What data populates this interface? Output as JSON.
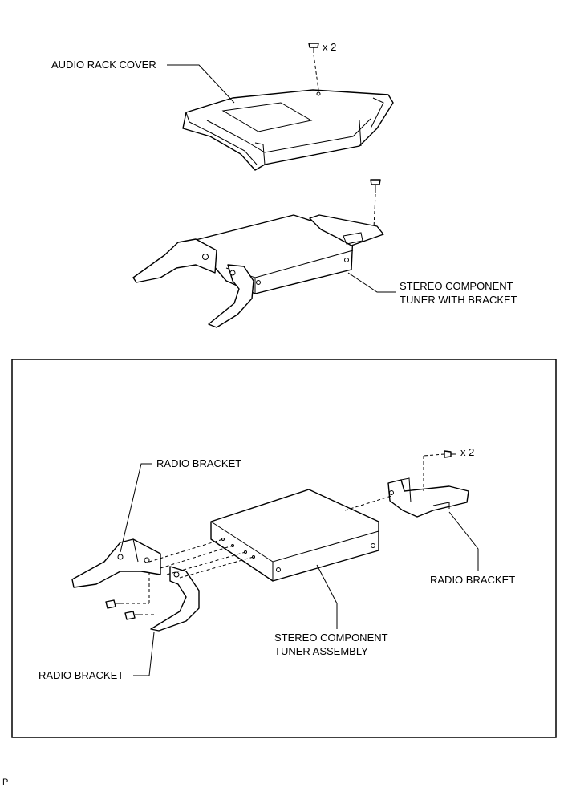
{
  "labels": {
    "audio_rack_cover": "AUDIO RACK COVER",
    "top_screw_qty": "x 2",
    "tuner_with_bracket_line1": "STEREO COMPONENT",
    "tuner_with_bracket_line2": "TUNER WITH BRACKET",
    "radio_bracket_upper_left": "RADIO BRACKET",
    "inset_screw_qty": "x 2",
    "radio_bracket_right": "RADIO BRACKET",
    "tuner_assembly_line1": "STEREO COMPONENT",
    "tuner_assembly_line2": "TUNER ASSEMBLY",
    "radio_bracket_lower_left": "RADIO BRACKET"
  },
  "footer": {
    "code": "P"
  },
  "colors": {
    "line": "#000000",
    "background": "#ffffff"
  }
}
